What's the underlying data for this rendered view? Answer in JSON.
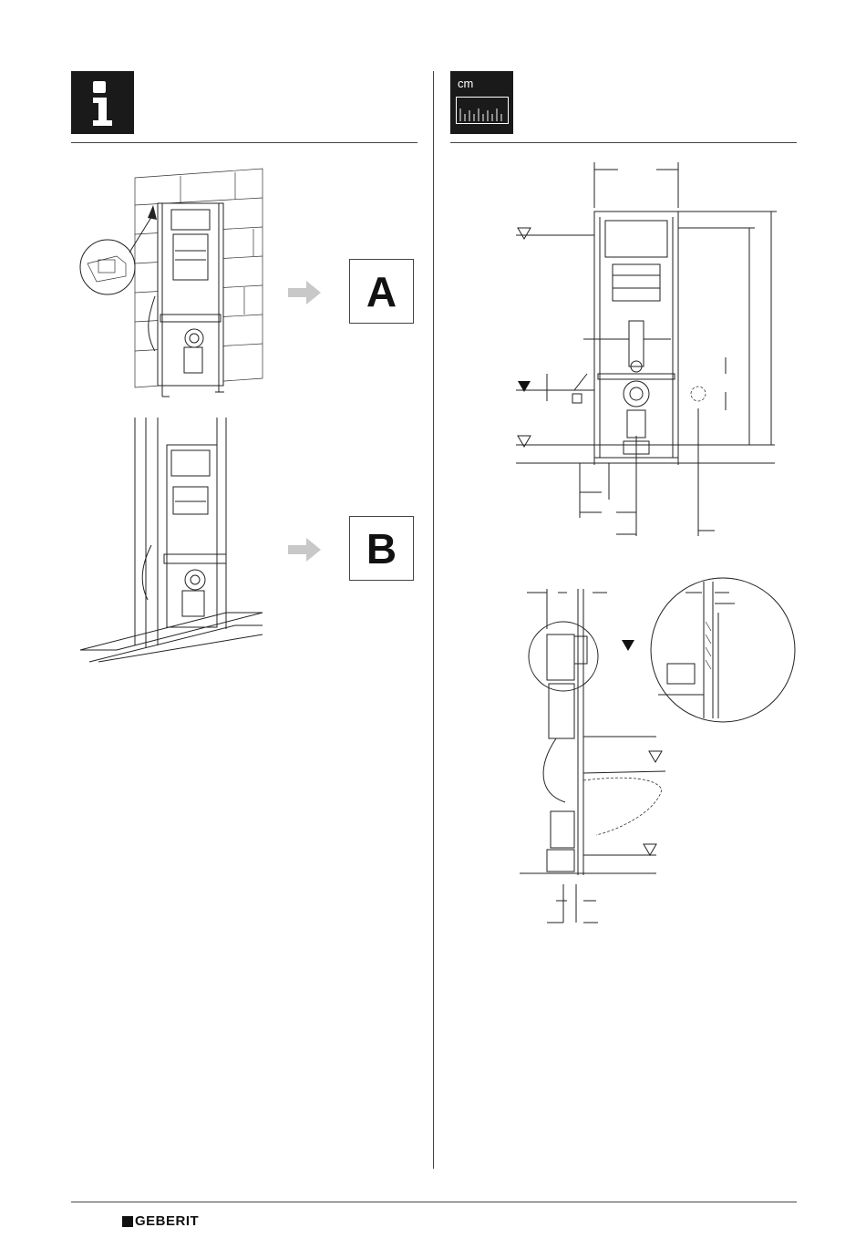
{
  "icons": {
    "info": "info-icon",
    "measure_unit": "cm"
  },
  "options": [
    {
      "letter": "A"
    },
    {
      "letter": "B"
    }
  ],
  "brand": {
    "name": "GEBERIT"
  }
}
